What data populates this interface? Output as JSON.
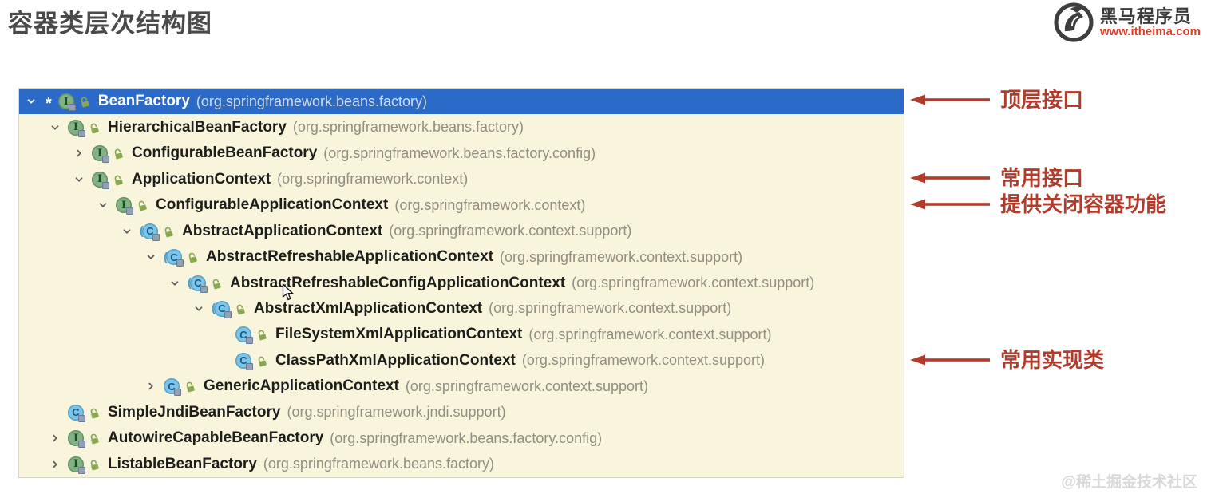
{
  "page": {
    "title": "容器类层次结构图",
    "watermark": "@稀土掘金技术社区"
  },
  "logo": {
    "brand": "黑马程序员",
    "url": "www.itheima.com",
    "brand_color": "#3c3c3c",
    "url_color": "#e6392b"
  },
  "tree": {
    "bg_color": "#f9f5dc",
    "selection_color": "#2b6ac6",
    "rows": [
      {
        "name": "BeanFactory",
        "package": "(org.springframework.beans.factory)",
        "level": 0,
        "chevron": "down",
        "icon": "interface",
        "abstract": false,
        "selected": true,
        "marker": "*"
      },
      {
        "name": "HierarchicalBeanFactory",
        "package": "(org.springframework.beans.factory)",
        "level": 1,
        "chevron": "down",
        "icon": "interface",
        "abstract": false,
        "selected": false
      },
      {
        "name": "ConfigurableBeanFactory",
        "package": "(org.springframework.beans.factory.config)",
        "level": 2,
        "chevron": "right",
        "icon": "interface",
        "abstract": false,
        "selected": false
      },
      {
        "name": "ApplicationContext",
        "package": "(org.springframework.context)",
        "level": 2,
        "chevron": "down",
        "icon": "interface",
        "abstract": false,
        "selected": false
      },
      {
        "name": "ConfigurableApplicationContext",
        "package": "(org.springframework.context)",
        "level": 3,
        "chevron": "down",
        "icon": "interface",
        "abstract": false,
        "selected": false
      },
      {
        "name": "AbstractApplicationContext",
        "package": "(org.springframework.context.support)",
        "level": 4,
        "chevron": "down",
        "icon": "class",
        "abstract": true,
        "selected": false
      },
      {
        "name": "AbstractRefreshableApplicationContext",
        "package": "(org.springframework.context.support)",
        "level": 5,
        "chevron": "down",
        "icon": "class",
        "abstract": true,
        "selected": false
      },
      {
        "name": "AbstractRefreshableConfigApplicationContext",
        "package": "(org.springframework.context.support)",
        "level": 6,
        "chevron": "down",
        "icon": "class",
        "abstract": true,
        "selected": false
      },
      {
        "name": "AbstractXmlApplicationContext",
        "package": "(org.springframework.context.support)",
        "level": 7,
        "chevron": "down",
        "icon": "class",
        "abstract": true,
        "selected": false
      },
      {
        "name": "FileSystemXmlApplicationContext",
        "package": "(org.springframework.context.support)",
        "level": 8,
        "chevron": "none",
        "icon": "class",
        "abstract": false,
        "selected": false
      },
      {
        "name": "ClassPathXmlApplicationContext",
        "package": "(org.springframework.context.support)",
        "level": 8,
        "chevron": "none",
        "icon": "class",
        "abstract": false,
        "selected": false
      },
      {
        "name": "GenericApplicationContext",
        "package": "(org.springframework.context.support)",
        "level": 5,
        "chevron": "right",
        "icon": "class",
        "abstract": false,
        "selected": false
      },
      {
        "name": "SimpleJndiBeanFactory",
        "package": "(org.springframework.jndi.support)",
        "level": 1,
        "chevron": "none",
        "icon": "class",
        "abstract": false,
        "selected": false
      },
      {
        "name": "AutowireCapableBeanFactory",
        "package": "(org.springframework.beans.factory.config)",
        "level": 1,
        "chevron": "right",
        "icon": "interface",
        "abstract": false,
        "selected": false
      },
      {
        "name": "ListableBeanFactory",
        "package": "(org.springframework.beans.factory)",
        "level": 1,
        "chevron": "right",
        "icon": "interface",
        "abstract": false,
        "selected": false
      }
    ]
  },
  "annotations": {
    "color": "#b13c2c",
    "items": [
      {
        "label": "顶层接口",
        "row": 0
      },
      {
        "label": "常用接口",
        "row": 3
      },
      {
        "label": "提供关闭容器功能",
        "row": 4
      },
      {
        "label": "常用实现类",
        "row": 10
      }
    ]
  }
}
